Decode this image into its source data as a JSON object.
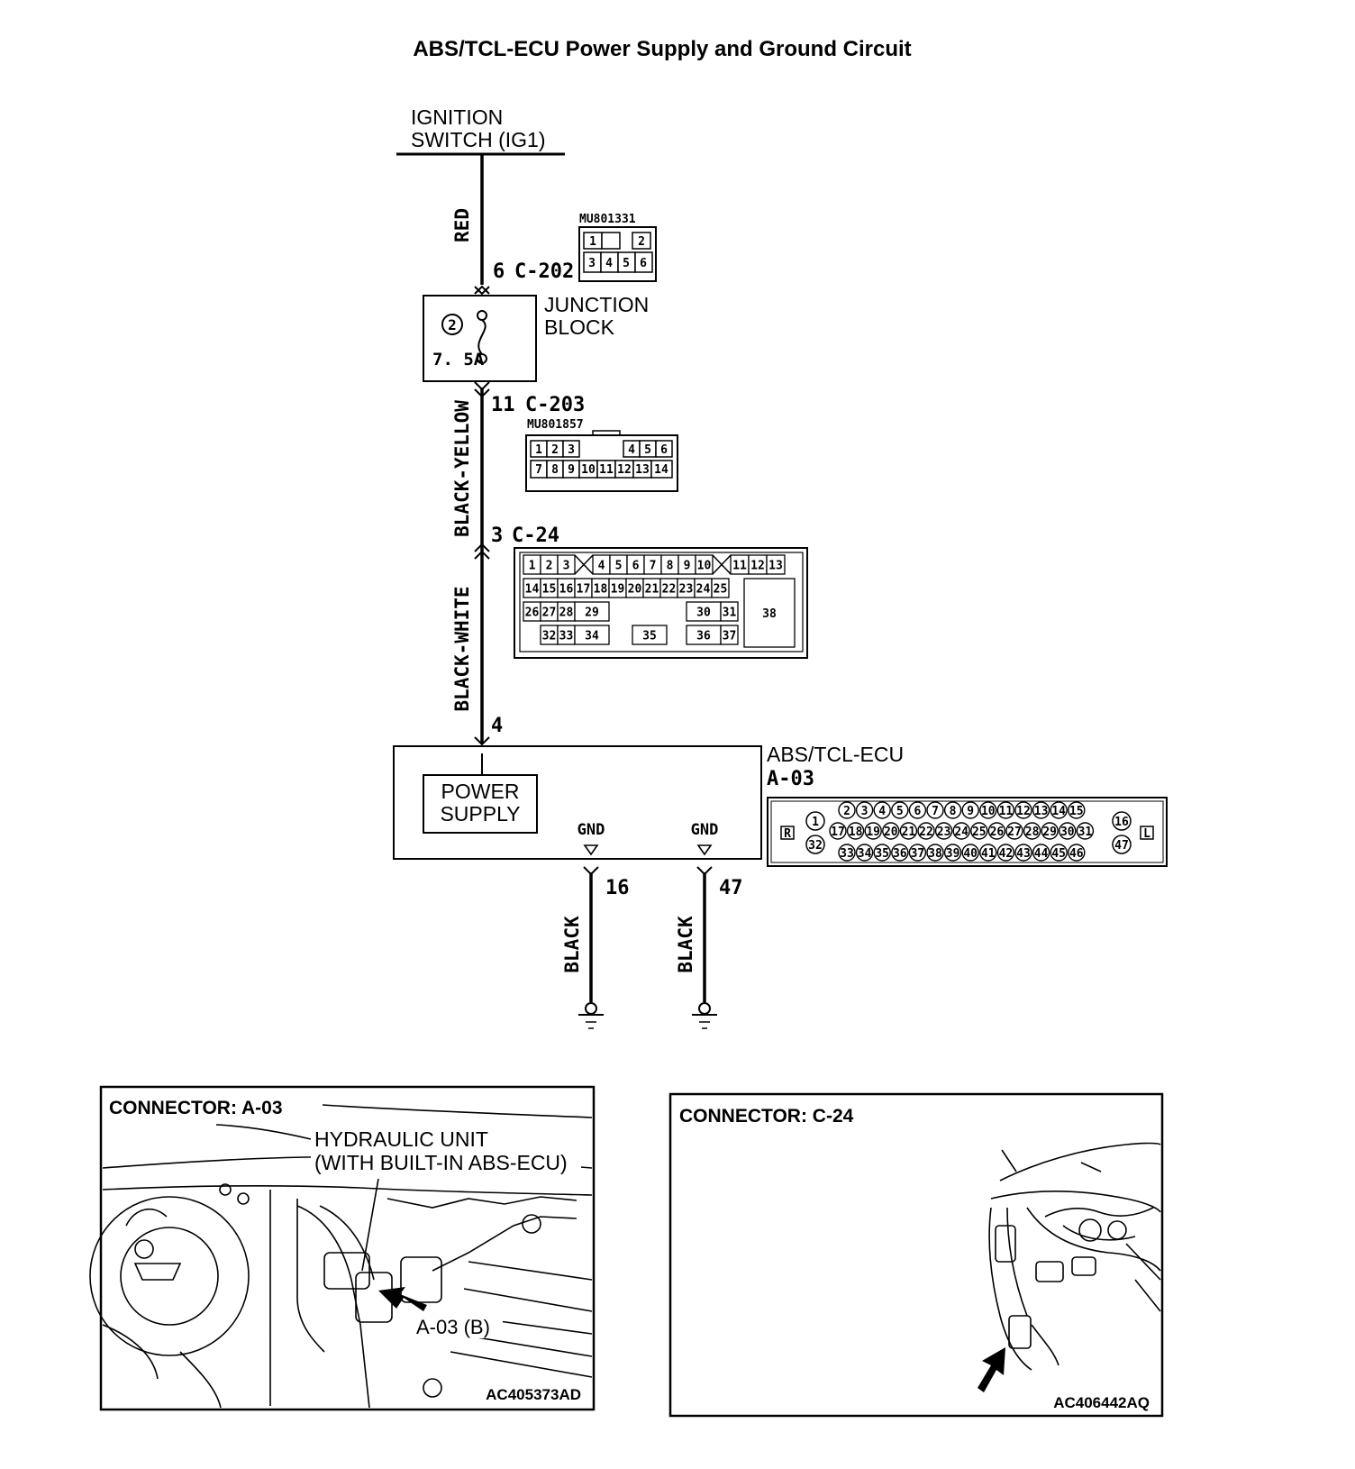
{
  "title": "ABS/TCL-ECU Power Supply and Ground Circuit",
  "ignition_switch": {
    "line1": "IGNITION",
    "line2": "SWITCH (IG1)"
  },
  "wires": {
    "red": "RED",
    "black_yellow": "BLACK-YELLOW",
    "black_white": "BLACK-WHITE",
    "black_gnd16": "BLACK",
    "black_gnd47": "BLACK"
  },
  "connector_c202": {
    "pin": "6",
    "name": "C-202",
    "part": "MU801331",
    "pins_top": [
      "1",
      "",
      "2"
    ],
    "pins_bottom": [
      "3",
      "4",
      "5",
      "6"
    ]
  },
  "junction_block": {
    "line1": "JUNCTION",
    "line2": "BLOCK",
    "fuse_no": "2",
    "fuse_rating": "7. 5A"
  },
  "connector_c203": {
    "pin": "11",
    "name": "C-203",
    "part": "MU801857",
    "pins_top": [
      "1",
      "2",
      "3",
      "4",
      "5",
      "6"
    ],
    "pins_bottom": [
      "7",
      "8",
      "9",
      "10",
      "11",
      "12",
      "13",
      "14"
    ]
  },
  "connector_c24": {
    "pin": "3",
    "name": "C-24",
    "row1": [
      "1",
      "2",
      "3",
      "4",
      "5",
      "6",
      "7",
      "8",
      "9",
      "10",
      "11",
      "12",
      "13"
    ],
    "row2": [
      "14",
      "15",
      "16",
      "17",
      "18",
      "19",
      "20",
      "21",
      "22",
      "23",
      "24",
      "25"
    ],
    "row3": [
      "26",
      "27",
      "28",
      "29",
      "30",
      "31"
    ],
    "row4": [
      "32",
      "33",
      "34",
      "35",
      "36",
      "37"
    ],
    "big_pin": "38"
  },
  "ecu": {
    "pin_in": "4",
    "label": "ABS/TCL-ECU",
    "connector": "A-03",
    "power_supply_line1": "POWER",
    "power_supply_line2": "SUPPLY",
    "gnd1_label": "GND",
    "gnd2_label": "GND",
    "gnd1_pin": "16",
    "gnd2_pin": "47"
  },
  "connector_a03": {
    "left_tag": "R",
    "right_tag": "L",
    "pin_1": "1",
    "pin_32": "32",
    "row1": [
      "2",
      "3",
      "4",
      "5",
      "6",
      "7",
      "8",
      "9",
      "10",
      "11",
      "12",
      "13",
      "14",
      "15"
    ],
    "row2": [
      "17",
      "18",
      "19",
      "20",
      "21",
      "22",
      "23",
      "24",
      "25",
      "26",
      "27",
      "28",
      "29",
      "30",
      "31"
    ],
    "row3": [
      "33",
      "34",
      "35",
      "36",
      "37",
      "38",
      "39",
      "40",
      "41",
      "42",
      "43",
      "44",
      "45",
      "46"
    ],
    "pin_16": "16",
    "pin_47": "47"
  },
  "panel_a03": {
    "title": "CONNECTOR: A-03",
    "callout_line1": "HYDRAULIC UNIT",
    "callout_line2": "(WITH BUILT-IN ABS-ECU)",
    "arrow_label": "A-03 (B)",
    "code": "AC405373AD"
  },
  "panel_c24": {
    "title": "CONNECTOR: C-24",
    "code": "AC406442AQ"
  }
}
